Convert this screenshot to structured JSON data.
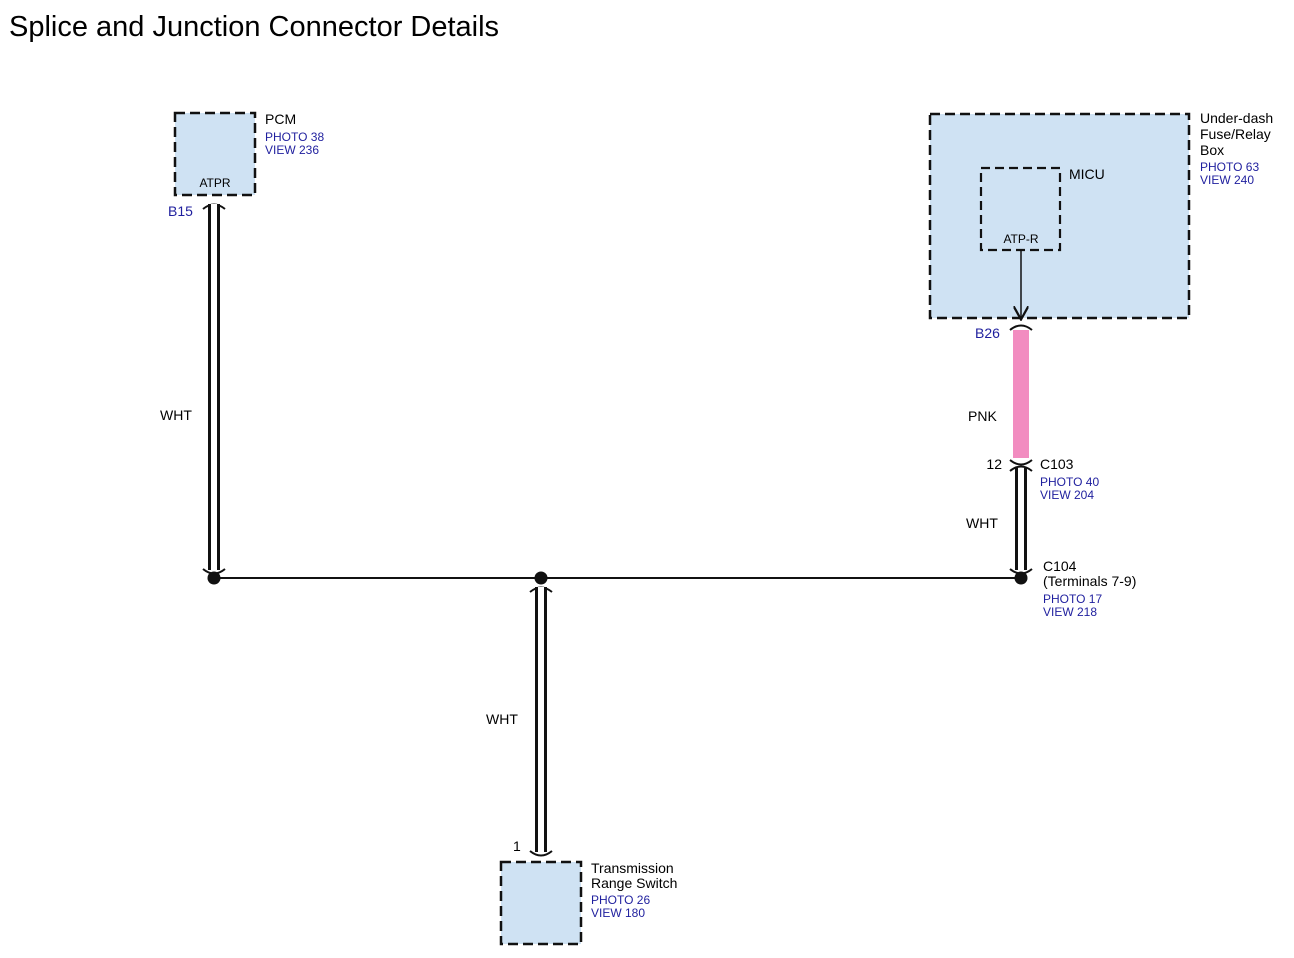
{
  "title": "Splice and Junction Connector Details",
  "components": {
    "pcm": {
      "name": "PCM",
      "photo": "PHOTO 38",
      "view": "VIEW 236",
      "terminal": "ATPR",
      "pin": "B15"
    },
    "fuse_box": {
      "name_line1": "Under-dash",
      "name_line2": "Fuse/Relay",
      "name_line3": "Box",
      "photo": "PHOTO 63",
      "view": "VIEW 240",
      "pin": "B26"
    },
    "micu": {
      "name": "MICU",
      "terminal": "ATP-R"
    },
    "c103": {
      "name": "C103",
      "pin": "12",
      "photo": "PHOTO 40",
      "view": "VIEW 204"
    },
    "c104": {
      "name": "C104",
      "detail": "(Terminals 7-9)",
      "photo": "PHOTO 17",
      "view": "VIEW 218"
    },
    "trs": {
      "name_line1": "Transmission",
      "name_line2": "Range Switch",
      "photo": "PHOTO 26",
      "view": "VIEW 180",
      "pin": "1"
    }
  },
  "wires": {
    "pcm_wire": "WHT",
    "fuse_wire": "PNK",
    "c103_wire": "WHT",
    "trs_wire": "WHT"
  },
  "colors": {
    "component_fill": "#cfe2f3",
    "reference_text": "#1f1f9e",
    "pink_wire": "#f28cc0"
  }
}
